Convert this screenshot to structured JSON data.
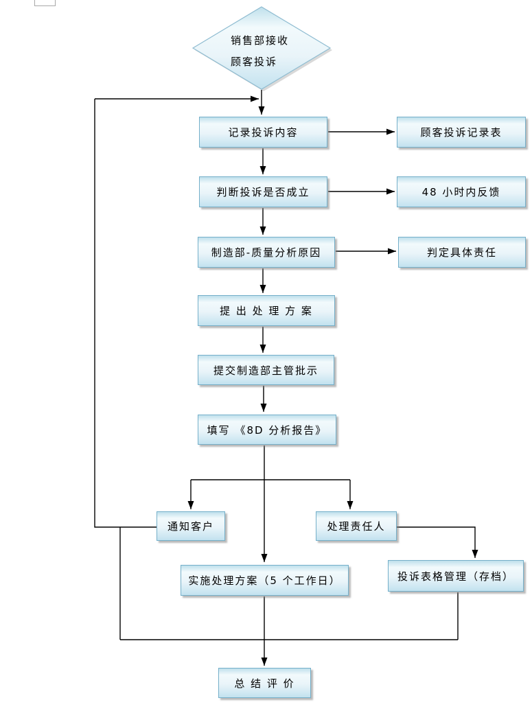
{
  "diagram_title": "customer-complaint-handling-flowchart",
  "nodes": {
    "start": {
      "line1": "销售部接收",
      "line2": "顾客投诉",
      "shape": "decision-diamond"
    },
    "record": {
      "label": "记录投诉内容"
    },
    "record_form": {
      "label": "顾客投诉记录表"
    },
    "judge": {
      "label": "判断投诉是否成立"
    },
    "feedback48": {
      "label": "48 小时内反馈"
    },
    "analyze": {
      "label": "制造部-质量分析原因"
    },
    "responsibility": {
      "label": "判定具体责任"
    },
    "propose": {
      "label": "提 出 处 理 方 案"
    },
    "submit": {
      "label": "提交制造部主管批示"
    },
    "fill_8d": {
      "label": "填写 《8D 分析报告》"
    },
    "notify": {
      "label": "通知客户"
    },
    "handler": {
      "label": "处理责任人"
    },
    "implement": {
      "label": "实施处理方案（5 个工作日）"
    },
    "archive": {
      "label": "投诉表格管理（存档）"
    },
    "summary": {
      "label": "总 结 评 价"
    }
  },
  "colors": {
    "node_border": "#74afc9",
    "node_fill_top": "#bfe0ec",
    "node_fill_light": "#f2fafc",
    "node_fill_bottom": "#c2e2ef",
    "connector": "#000000",
    "shadow": "#828282"
  }
}
